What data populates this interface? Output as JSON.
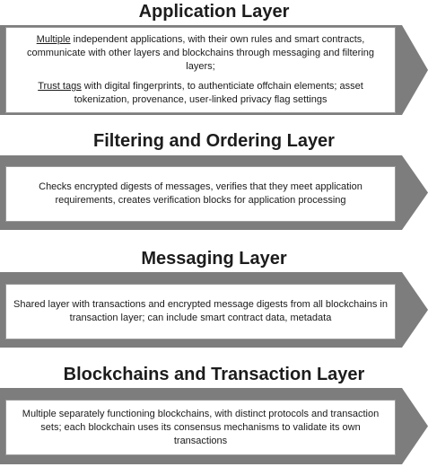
{
  "layers": [
    {
      "title": "Application Layer",
      "paragraphs": [
        {
          "lead": "Multiple",
          "rest": " independent applications, with their own rules and smart contracts, communicate with other layers and blockchains through messaging and filtering layers;"
        },
        {
          "lead": "Trust tags",
          "rest": " with digital fingerprints, to authenticiate offchain elements; asset tokenization, provenance, user-linked privacy flag settings"
        }
      ]
    },
    {
      "title": "Filtering and Ordering Layer",
      "paragraphs": [
        {
          "lead": "",
          "rest": "Checks encrypted digests of messages, verifies that they meet application requirements, creates verification blocks for application processing"
        }
      ]
    },
    {
      "title": "Messaging Layer",
      "paragraphs": [
        {
          "lead": "",
          "rest": "Shared layer with transactions and encrypted message digests from all blockchains in transaction layer; can include smart contract data, metadata"
        }
      ]
    },
    {
      "title": "Blockchains and Transaction Layer",
      "paragraphs": [
        {
          "lead": "",
          "rest": "Multiple separately functioning blockchains, with distinct protocols and transaction sets; each blockchain uses its consensus mechanisms to validate its own transactions"
        }
      ]
    }
  ],
  "colors": {
    "band": "#7d7d7d",
    "border": "#9a9a9a",
    "title": "#1c1c1c"
  }
}
